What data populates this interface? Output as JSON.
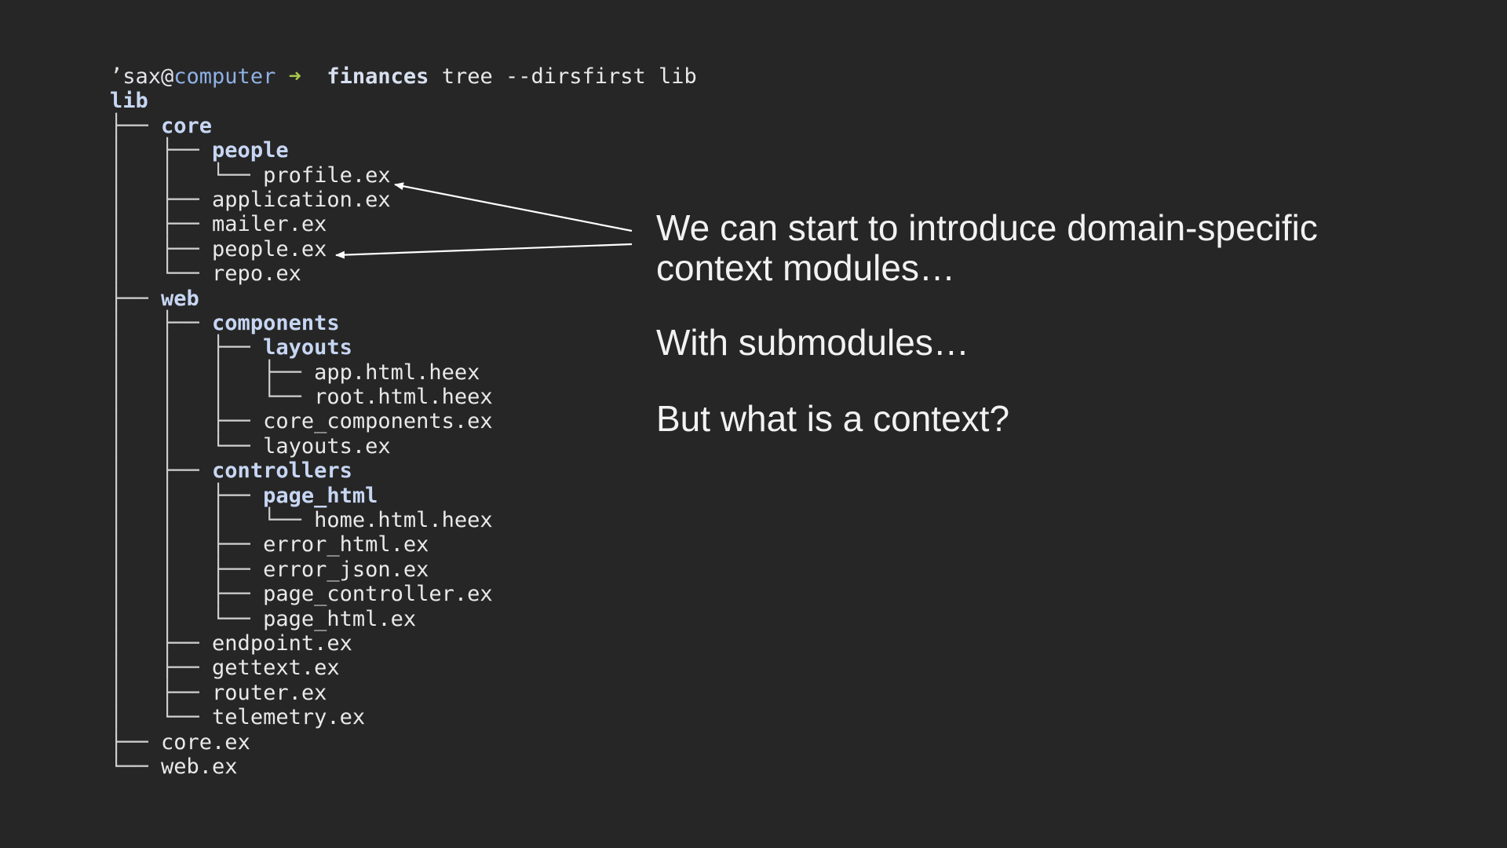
{
  "terminal": {
    "prompt": {
      "user_prefix": "’sax@",
      "host": "computer",
      "arrow": "➜",
      "cwd": "finances",
      "command": "tree --dirsfirst lib"
    },
    "tree": [
      {
        "prefix": "",
        "name": "lib",
        "type": "dir"
      },
      {
        "prefix": "├── ",
        "name": "core",
        "type": "dir"
      },
      {
        "prefix": "│   ├── ",
        "name": "people",
        "type": "dir"
      },
      {
        "prefix": "│   │   └── ",
        "name": "profile.ex",
        "type": "file"
      },
      {
        "prefix": "│   ├── ",
        "name": "application.ex",
        "type": "file"
      },
      {
        "prefix": "│   ├── ",
        "name": "mailer.ex",
        "type": "file"
      },
      {
        "prefix": "│   ├── ",
        "name": "people.ex",
        "type": "file"
      },
      {
        "prefix": "│   └── ",
        "name": "repo.ex",
        "type": "file"
      },
      {
        "prefix": "├── ",
        "name": "web",
        "type": "dir"
      },
      {
        "prefix": "│   ├── ",
        "name": "components",
        "type": "dir"
      },
      {
        "prefix": "│   │   ├── ",
        "name": "layouts",
        "type": "dir"
      },
      {
        "prefix": "│   │   │   ├── ",
        "name": "app.html.heex",
        "type": "file"
      },
      {
        "prefix": "│   │   │   └── ",
        "name": "root.html.heex",
        "type": "file"
      },
      {
        "prefix": "│   │   ├── ",
        "name": "core_components.ex",
        "type": "file"
      },
      {
        "prefix": "│   │   └── ",
        "name": "layouts.ex",
        "type": "file"
      },
      {
        "prefix": "│   ├── ",
        "name": "controllers",
        "type": "dir"
      },
      {
        "prefix": "│   │   ├── ",
        "name": "page_html",
        "type": "dir"
      },
      {
        "prefix": "│   │   │   └── ",
        "name": "home.html.heex",
        "type": "file"
      },
      {
        "prefix": "│   │   ├── ",
        "name": "error_html.ex",
        "type": "file"
      },
      {
        "prefix": "│   │   ├── ",
        "name": "error_json.ex",
        "type": "file"
      },
      {
        "prefix": "│   │   ├── ",
        "name": "page_controller.ex",
        "type": "file"
      },
      {
        "prefix": "│   │   └── ",
        "name": "page_html.ex",
        "type": "file"
      },
      {
        "prefix": "│   ├── ",
        "name": "endpoint.ex",
        "type": "file"
      },
      {
        "prefix": "│   ├── ",
        "name": "gettext.ex",
        "type": "file"
      },
      {
        "prefix": "│   ├── ",
        "name": "router.ex",
        "type": "file"
      },
      {
        "prefix": "│   └── ",
        "name": "telemetry.ex",
        "type": "file"
      },
      {
        "prefix": "├── ",
        "name": "core.ex",
        "type": "file"
      },
      {
        "prefix": "└── ",
        "name": "web.ex",
        "type": "file"
      }
    ]
  },
  "callouts": {
    "line1": "We can start to introduce domain-specific",
    "line2": "context modules…",
    "line3": "With submodules…",
    "line4": "But what is a context?"
  },
  "colors": {
    "background": "#262626",
    "directory": "#c7d6f3",
    "host": "#8fb1e5",
    "arrow": "#a7c64a",
    "text": "#e9e9e9"
  }
}
